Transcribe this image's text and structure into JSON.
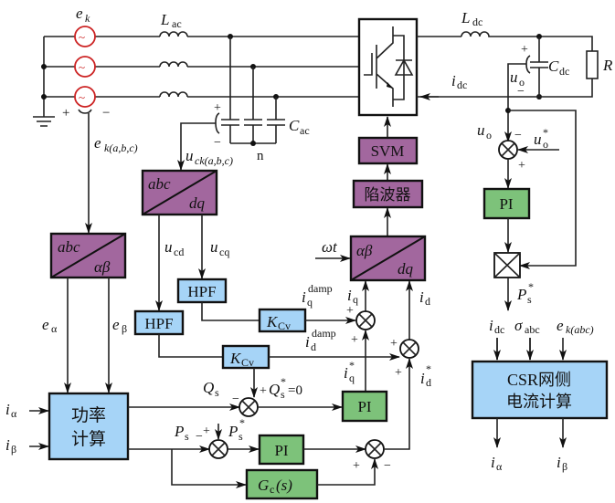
{
  "diagram": {
    "title": "CSR grid-side current control block diagram",
    "colors": {
      "transform_block": "#a2679e",
      "filter_block": "#a6d4f7",
      "controller_block": "#7dc27a",
      "ac_source": "#cc2222",
      "wire": "#222222"
    },
    "circuit": {
      "source_label": "e",
      "source_sub": "k",
      "ac_inductor_label": "L",
      "ac_inductor_sub": "ac",
      "dc_inductor_label": "L",
      "dc_inductor_sub": "dc",
      "dc_cap_label": "C",
      "dc_cap_sub": "dc",
      "load_label": "R",
      "ac_cap_label": "C",
      "ac_cap_sub": "ac",
      "neutral_label": "n",
      "idc_label": "i",
      "idc_sub": "dc",
      "uo_label": "u",
      "uo_sub": "o",
      "plus": "+",
      "minus": "−",
      "source_voltage_label": "e",
      "source_voltage_sub": "k(a,b,c)",
      "cap_voltage_label": "u",
      "cap_voltage_sub": "ck(a,b,c)"
    },
    "blocks": {
      "svm": "SVM",
      "notch": "陷波器",
      "abc": "abc",
      "dq": "dq",
      "alphabeta": "αβ",
      "hpf": "HPF",
      "kcv": "K",
      "kcv_sub": "Cv",
      "pi": "PI",
      "gc": "G",
      "gc_sub": "c",
      "gc_arg": "(s)",
      "power_calc_line1": "功率",
      "power_calc_line2": "计算",
      "csr_calc_line1": "CSR网侧",
      "csr_calc_line2": "电流计算"
    },
    "signals": {
      "ucd": "u",
      "ucd_sub": "cd",
      "ucq": "u",
      "ucq_sub": "cq",
      "e_alpha": "e",
      "e_alpha_sub": "α",
      "e_beta": "e",
      "e_beta_sub": "β",
      "omega_t": "ωt",
      "iq_damp": "i",
      "iq_damp_sub": "q",
      "damp_sup": "damp",
      "id_damp": "i",
      "id_damp_sub": "d",
      "iq": "i",
      "iq_sub": "q",
      "id": "i",
      "id_sub": "d",
      "iq_ref": "i",
      "id_ref": "i",
      "star": "*",
      "qs": "Q",
      "qs_sub": "s",
      "qs_ref_eq": "=0",
      "ps": "P",
      "ps_sub": "s",
      "uo_ref": "u",
      "i_alpha": "i",
      "i_alpha_sub": "α",
      "i_beta": "i",
      "i_beta_sub": "β",
      "sigma": "σ",
      "sigma_sub": "abc",
      "ek_abc": "e",
      "ek_abc_sub": "k(abc)"
    }
  }
}
